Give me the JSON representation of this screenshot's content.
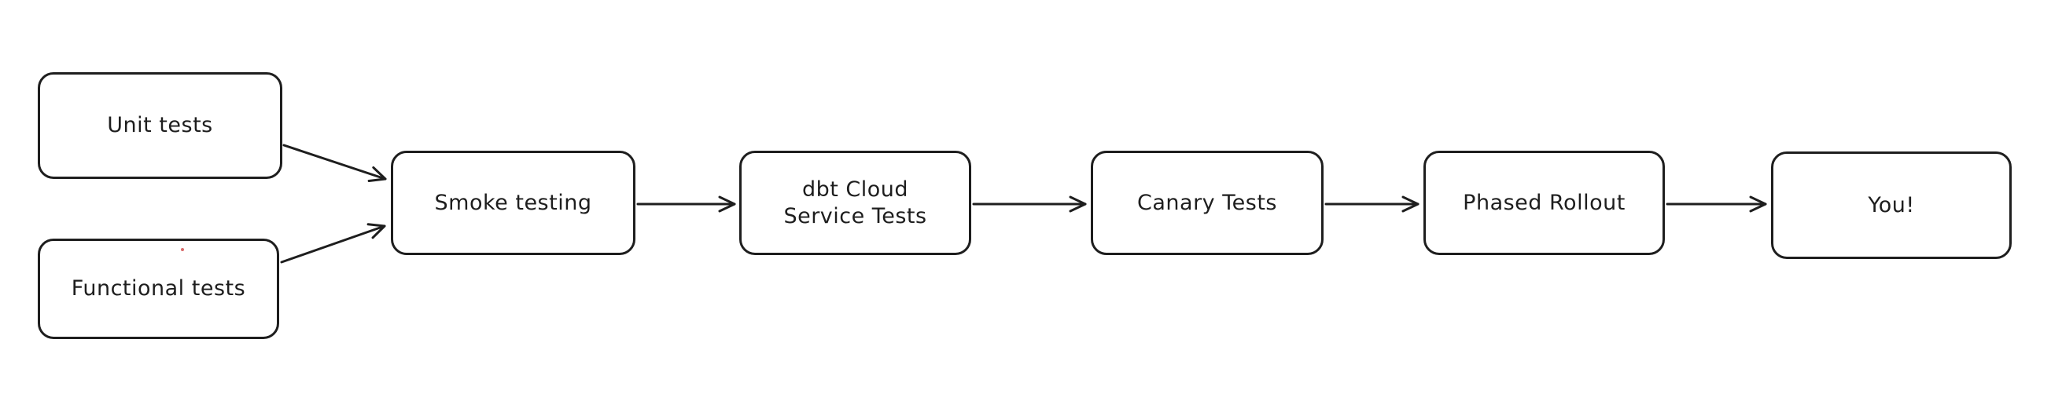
{
  "diagram": {
    "type": "flowchart",
    "style": "hand-drawn-whiteboard",
    "colors": {
      "stroke": "#1e1e1e",
      "background": "#ffffff",
      "stray_dot": "#d96a6a"
    },
    "nodes": [
      {
        "id": "unit-tests",
        "label": "Unit tests"
      },
      {
        "id": "functional-tests",
        "label": "Functional tests"
      },
      {
        "id": "smoke-testing",
        "label": "Smoke testing"
      },
      {
        "id": "dbt-cloud-service-tests",
        "label": "dbt Cloud\nService Tests"
      },
      {
        "id": "canary-tests",
        "label": "Canary Tests"
      },
      {
        "id": "phased-rollout",
        "label": "Phased Rollout"
      },
      {
        "id": "you",
        "label": "You!"
      }
    ],
    "edges": [
      {
        "from": "unit-tests",
        "to": "smoke-testing"
      },
      {
        "from": "functional-tests",
        "to": "smoke-testing"
      },
      {
        "from": "smoke-testing",
        "to": "dbt-cloud-service-tests"
      },
      {
        "from": "dbt-cloud-service-tests",
        "to": "canary-tests"
      },
      {
        "from": "canary-tests",
        "to": "phased-rollout"
      },
      {
        "from": "phased-rollout",
        "to": "you"
      }
    ]
  }
}
